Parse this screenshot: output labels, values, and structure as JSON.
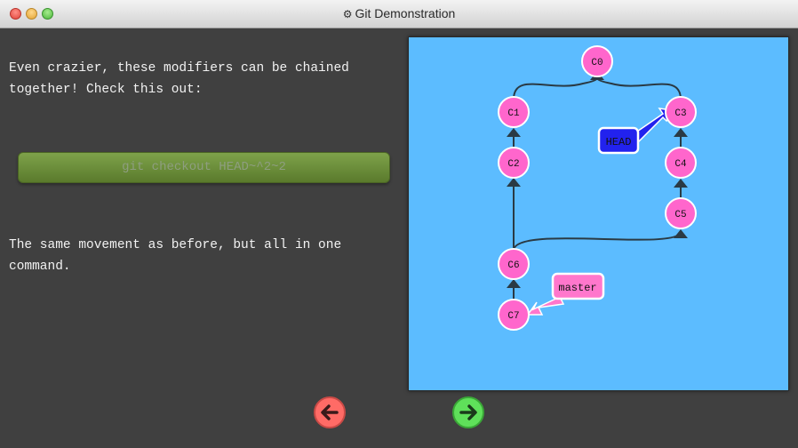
{
  "window": {
    "title": "Git Demonstration",
    "title_icon": "gear-icon"
  },
  "lesson": {
    "intro": "Even crazier, these modifiers can be chained together! Check this out:",
    "command": "git checkout HEAD~^2~2",
    "outro": "The same movement as before, but all in one command."
  },
  "graph": {
    "commits": [
      "C0",
      "C1",
      "C2",
      "C3",
      "C4",
      "C5",
      "C6",
      "C7"
    ],
    "refs": {
      "head": "HEAD",
      "master": "master"
    }
  },
  "nav": {
    "prev": "previous-arrow-icon",
    "next": "next-arrow-icon"
  },
  "colors": {
    "background": "#404040",
    "canvas": "#5cbcff",
    "commit_fill": "#ff66cc",
    "head_fill": "#2222ee",
    "master_fill": "#ff77cc",
    "command_fill": "#6a8e3a",
    "prev_button": "#ff6b66",
    "next_button": "#5fe05a"
  }
}
